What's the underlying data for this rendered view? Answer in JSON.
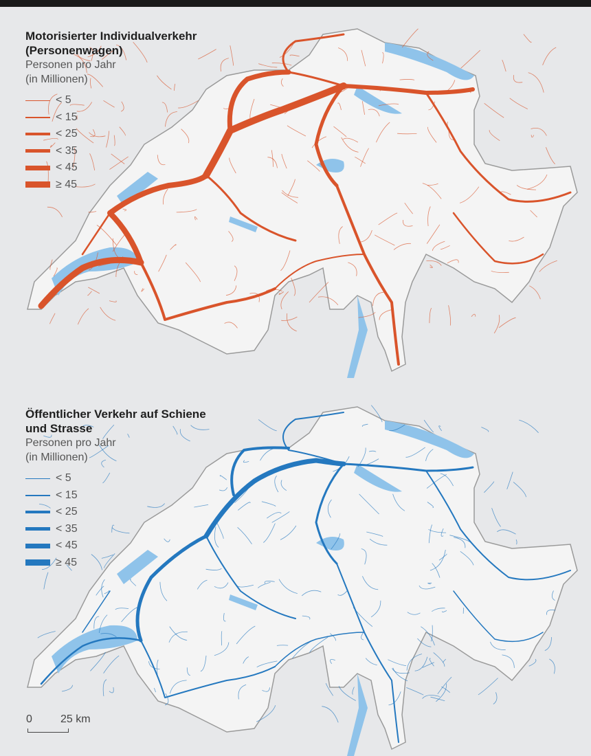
{
  "maps": [
    {
      "title_line1": "Motorisierter Individualverkehr",
      "title_line2": "(Personenwagen)",
      "subtitle_line1": "Personen pro Jahr",
      "subtitle_line2": "(in Millionen)",
      "color": "#d9542b",
      "legend": [
        "< 5",
        "< 15",
        "< 25",
        "< 35",
        "< 45",
        "≥ 45"
      ]
    },
    {
      "title_line1": "Öffentlicher Verkehr auf Schiene",
      "title_line2": "und Strasse",
      "subtitle_line1": "Personen pro Jahr",
      "subtitle_line2": "(in Millionen)",
      "color": "#2478bf",
      "legend": [
        "< 5",
        "< 15",
        "< 25",
        "< 35",
        "< 45",
        "≥ 45"
      ]
    }
  ],
  "scale": {
    "zero": "0",
    "distance": "25 km"
  },
  "colors": {
    "lake": "#8fc3ea",
    "relief": "#f4f4f4",
    "background": "#e7e8ea"
  }
}
